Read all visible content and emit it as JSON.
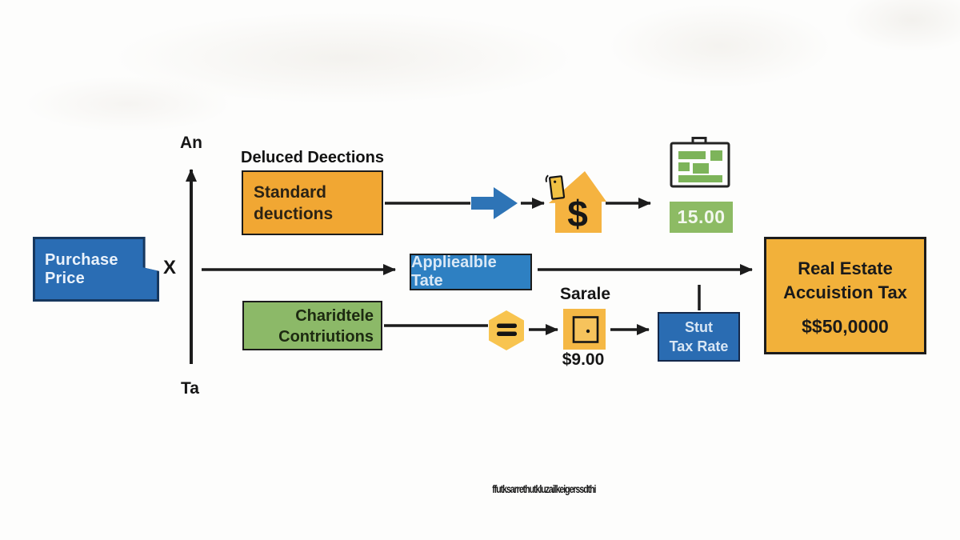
{
  "diagram": {
    "axis": {
      "top_label": "An",
      "bottom_label": "Ta",
      "operator_label": "X"
    },
    "purchase": {
      "label": "Purchase Price"
    },
    "deductions": {
      "title": "Deluced Deections",
      "box_line1": "Standard",
      "box_line2": "deuctions"
    },
    "applicable_rate": {
      "label": "Appliealble Tate"
    },
    "charitable": {
      "line1": "Charidtele",
      "line2": "Contriutions"
    },
    "rate_value": {
      "label": "15.00"
    },
    "sale": {
      "title": "Sarale",
      "value": "$9.00"
    },
    "state_tax": {
      "line1": "Stut",
      "line2": "Tax Rate"
    },
    "result": {
      "line1": "Real Estate",
      "line2": "Accuistion Tax",
      "value": "$$50,0000"
    },
    "icons": {
      "dollar_symbol": "$",
      "equals_symbol": "="
    },
    "footer": {
      "caption": "ffutksarrethutkluzailkeigerssdthi"
    },
    "colors": {
      "blue": "#2a6db4",
      "light_blue": "#2e80c2",
      "orange": "#f1a733",
      "orange_light": "#f2b13a",
      "green": "#8cb968",
      "green_value": "#8dbb64",
      "line_black": "#1c1c1c"
    }
  }
}
